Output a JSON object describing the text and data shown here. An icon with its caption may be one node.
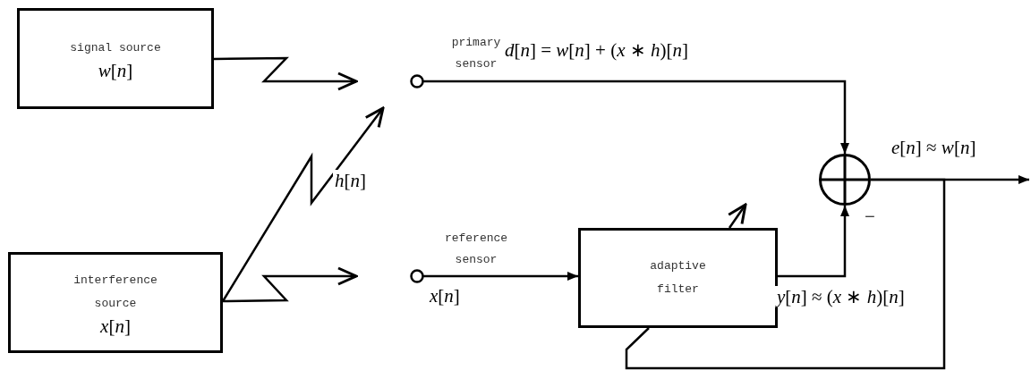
{
  "diagram": {
    "nodes": [
      {
        "text": [
          "signal source",
          "*w*[*n*]"
        ]
      },
      {
        "text": [
          "interference source",
          "*x*[*n*]"
        ]
      },
      {
        "text": [
          "primary sensor"
        ]
      },
      {
        "text": [
          "reference sensor"
        ],
        "beside": [
          "*x*[*n*]"
        ]
      },
      {
        "text": [
          "adaptive filter"
        ]
      },
      {
        "text": [],
        "shape": "circle"
      }
    ],
    "edges": [
      {
        "from": 0,
        "to": 2,
        "arrow": "to"
      },
      {
        "from": 1,
        "to": 2,
        "arrow": "to",
        "label": "*h*[*n*]"
      },
      {
        "from": 1,
        "to": 3,
        "arrow": "to"
      },
      {
        "from": 2,
        "to": 5,
        "arrow": "to",
        "label": "*d*[*n*] = *w*[*n*] + (*x* ∗ *h*)[*n*]"
      },
      {
        "from": 3,
        "to": 4,
        "arrow": "to"
      },
      {
        "from": 4,
        "to": 5,
        "arrow": "to",
        "label": "*y*[*n*] ≈ (*x* ∗ *h*)[*n*]"
      },
      {
        "from": 5,
        "to": null,
        "arrow": "to",
        "label": "*e*[*n*] ≈ *w*[*n*]"
      },
      {
        "from": 5,
        "to": 4,
        "arrow": "none"
      }
    ],
    "labels": [
      "−"
    ]
  }
}
